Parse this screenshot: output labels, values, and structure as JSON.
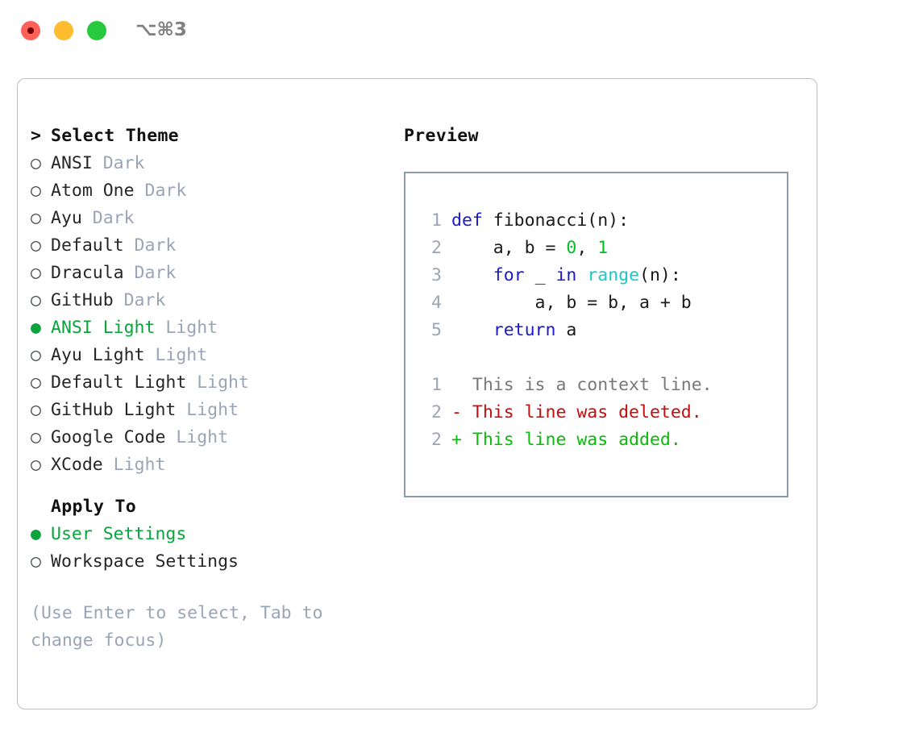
{
  "window": {
    "shortcut": "⌥⌘3",
    "traffic_lights": [
      {
        "name": "close-button",
        "color": "#ff6159"
      },
      {
        "name": "minimize-button",
        "color": "#febc2e"
      },
      {
        "name": "zoom-button",
        "color": "#27c93f"
      }
    ]
  },
  "theme_picker": {
    "heading_marker": ">",
    "heading": "Select Theme",
    "marker_selected": "●",
    "marker_unselected": "○",
    "items": [
      {
        "name": "ANSI",
        "badge": "Dark",
        "selected": false
      },
      {
        "name": "Atom One",
        "badge": "Dark",
        "selected": false
      },
      {
        "name": "Ayu",
        "badge": "Dark",
        "selected": false
      },
      {
        "name": "Default",
        "badge": "Dark",
        "selected": false
      },
      {
        "name": "Dracula",
        "badge": "Dark",
        "selected": false
      },
      {
        "name": "GitHub",
        "badge": "Dark",
        "selected": false
      },
      {
        "name": "ANSI Light",
        "badge": "Light",
        "selected": true
      },
      {
        "name": "Ayu Light",
        "badge": "Light",
        "selected": false
      },
      {
        "name": "Default Light",
        "badge": "Light",
        "selected": false
      },
      {
        "name": "GitHub Light",
        "badge": "Light",
        "selected": false
      },
      {
        "name": "Google Code",
        "badge": "Light",
        "selected": false
      },
      {
        "name": "XCode",
        "badge": "Light",
        "selected": false
      }
    ]
  },
  "apply_to": {
    "heading": "Apply To",
    "items": [
      {
        "name": "User Settings",
        "selected": true
      },
      {
        "name": "Workspace Settings",
        "selected": false
      }
    ]
  },
  "hint": "(Use Enter to select, Tab to change focus)",
  "preview": {
    "title": "Preview",
    "code_lines": [
      {
        "num": "1",
        "tokens": [
          {
            "text": "def ",
            "type": "keyword"
          },
          {
            "text": "fibonacci(n):",
            "type": "plain"
          }
        ]
      },
      {
        "num": "2",
        "tokens": [
          {
            "text": "    a, b = ",
            "type": "plain"
          },
          {
            "text": "0",
            "type": "number"
          },
          {
            "text": ", ",
            "type": "plain"
          },
          {
            "text": "1",
            "type": "number"
          }
        ]
      },
      {
        "num": "3",
        "tokens": [
          {
            "text": "    ",
            "type": "plain"
          },
          {
            "text": "for",
            "type": "keyword"
          },
          {
            "text": " _ ",
            "type": "plain"
          },
          {
            "text": "in",
            "type": "keyword"
          },
          {
            "text": " ",
            "type": "plain"
          },
          {
            "text": "range",
            "type": "function"
          },
          {
            "text": "(n):",
            "type": "plain"
          }
        ]
      },
      {
        "num": "4",
        "tokens": [
          {
            "text": "        a, b = b, a + b",
            "type": "plain"
          }
        ]
      },
      {
        "num": "5",
        "tokens": [
          {
            "text": "    ",
            "type": "plain"
          },
          {
            "text": "return",
            "type": "keyword"
          },
          {
            "text": " a",
            "type": "plain"
          }
        ]
      }
    ],
    "diff_lines": [
      {
        "num": "1",
        "sign": " ",
        "text": " This is a context line.",
        "type": "context"
      },
      {
        "num": "2",
        "sign": "-",
        "text": " This line was deleted.",
        "type": "deleted"
      },
      {
        "num": "2",
        "sign": "+",
        "text": " This line was added.",
        "type": "added"
      }
    ]
  },
  "colors": {
    "accent_green": "#0aa33e",
    "badge_gray": "#9aa5b5",
    "keyword_blue": "#1a1aca",
    "function_cyan": "#17c9c9",
    "number_green": "#00bf22",
    "diff_deleted": "#c40d0d",
    "diff_added": "#07bd07",
    "panel_border": "#b6bfcb",
    "preview_border": "#8d9aad"
  }
}
